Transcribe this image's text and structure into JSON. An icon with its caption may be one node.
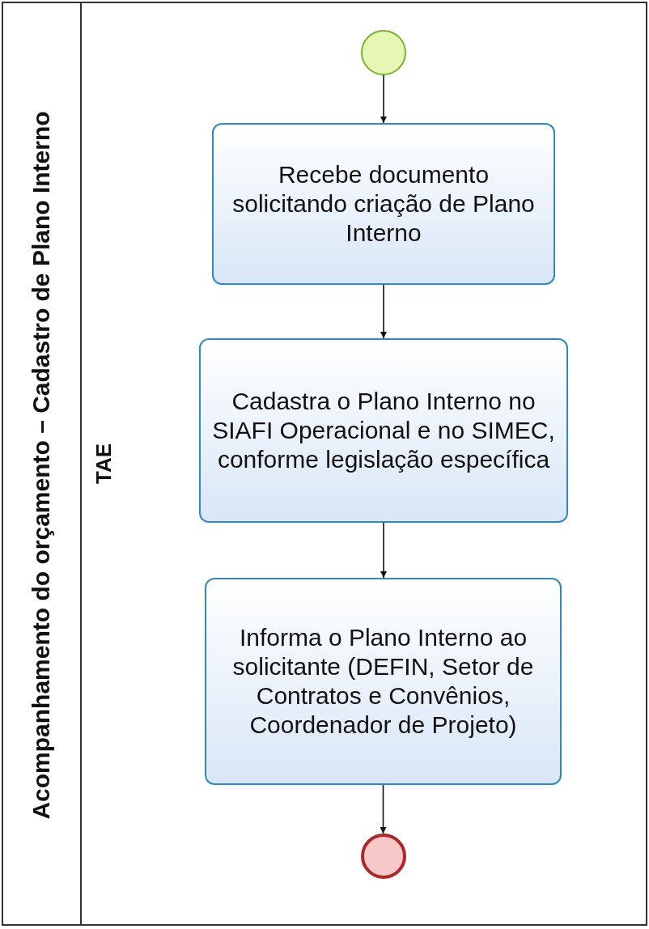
{
  "diagram": {
    "nodes": [
      {
        "text": [
          "Acompanhamento do orçamento – Cadastro de Plano Interno"
        ]
      },
      {
        "text": [
          "TAE"
        ],
        "in": 0
      },
      {
        "text": [],
        "shape": "circle",
        "in": 1
      },
      {
        "text": [
          "Recebe documento solicitando criação de Plano Interno"
        ],
        "in": 1
      },
      {
        "text": [
          "Cadastra o Plano Interno no SIAFI Operacional e no SIMEC, conforme legislação específica"
        ],
        "in": 1
      },
      {
        "text": [
          "Informa o Plano Interno ao solicitante (DEFIN, Setor de Contratos e Convênios, Coordenador de Projeto)"
        ],
        "in": 1
      },
      {
        "text": [],
        "shape": "circle",
        "in": 1
      }
    ],
    "edges": [
      {
        "from": 2,
        "to": 3,
        "arrow": "to"
      },
      {
        "from": 3,
        "to": 4,
        "arrow": "to"
      },
      {
        "from": 4,
        "to": 5,
        "arrow": "to"
      },
      {
        "from": 5,
        "to": 6,
        "arrow": "to"
      }
    ]
  }
}
